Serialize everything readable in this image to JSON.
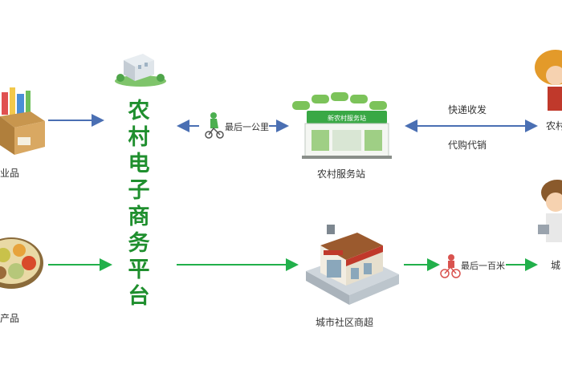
{
  "platform": {
    "title_chars": [
      "农",
      "村",
      "电",
      "子",
      "商",
      "务",
      "平",
      "台"
    ]
  },
  "nodes": {
    "left_top_label": "业品",
    "left_bottom_label": "产品",
    "service_station_label": "农村服务站",
    "service_station_sign": "新农村服务站",
    "store_label": "城市社区商超",
    "right_top_label": "农村",
    "right_bottom_label": "城"
  },
  "links": {
    "last_km": "最后一公里",
    "last_100m": "最后一百米",
    "express": "快递收发",
    "agent_sales": "代购代销"
  },
  "colors": {
    "blue_arrow": "#4a6fb3",
    "green_arrow": "#22b04b",
    "platform_text": "#1f8f2e"
  }
}
